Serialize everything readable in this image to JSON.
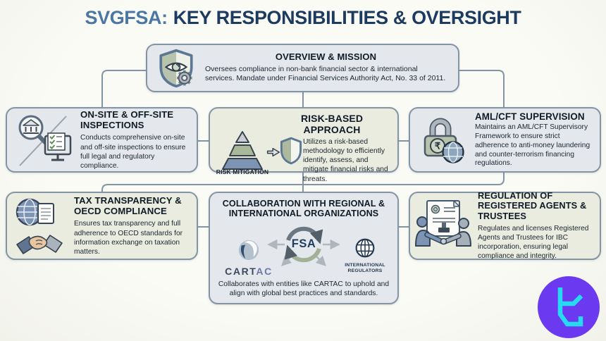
{
  "title": {
    "prefix": "SVGFSA:",
    "rest": "KEY RESPONSIBILITIES & OVERSIGHT"
  },
  "colors": {
    "background": "#f8f8f3",
    "box_blue_gray": "#e4e8ec",
    "box_green": "#eaecdf",
    "box_border": "#8494a5",
    "connector": "#8494a5",
    "title_accent": "#4c77a5",
    "title_main": "#1c3b5e",
    "logo_bg": "#6b3af0",
    "logo_glyph": "#26d9f5"
  },
  "icons": {
    "overview": "shield-eye-gear-icon",
    "inspections": "magnifier-bank-monitor-checklist-icon",
    "risk": "pyramid-arrow-shield-icon",
    "aml": "padlock-coin-globe-icon",
    "tax": "globe-document-handshake-icon",
    "collaboration": "circular-arrows-hub-icon",
    "regulation": "certificate-stamp-people-icon",
    "corner_logo": "tc-monogram-logo"
  },
  "boxes": {
    "overview": {
      "title": "OVERVIEW & MISSION",
      "body": "Oversees compliance in non-bank financial sector & international services. Mandate under Financial Services Authority Act, No. 33 of 2011."
    },
    "inspections": {
      "title": "ON-SITE & OFF-SITE INSPECTIONS",
      "body": "Conducts comprehensive on-site and off-site inspections to ensure full legal and regulatory compliance."
    },
    "risk": {
      "title": "RISK-BASED APPROACH",
      "icon_label": "RISK MITIGATION",
      "body": "Utilizes a risk-based methodology to efficiently identify, assess, and mitigate financial risks and threats."
    },
    "aml": {
      "title": "AML/CFT SUPERVISION",
      "coin_symbol": "₹",
      "body": "Maintains an AML/CFT Supervisory Framework to ensure strict adherence to anti-money laundering and counter-terrorism financing regulations."
    },
    "tax": {
      "title": "TAX TRANSPARENCY & OECD COMPLIANCE",
      "body": "Ensures tax transparency and full adherence to OECD standards for information exchange on taxation matters."
    },
    "collaboration": {
      "title": "COLLABORATION WITH REGIONAL & INTERNATIONAL ORGANIZATIONS",
      "hub_label": "FSA",
      "partner_left_prefix": "CART",
      "partner_left_suffix": "AC",
      "partner_right": "INTERNATIONAL REGULATORS",
      "body": "Collaborates with entities like CARTAC to uphold and align with global best practices and standards."
    },
    "regulation": {
      "title": "REGULATION OF REGISTERED AGENTS & TRUSTEES",
      "body": "Regulates and licenses Registered Agents and Trustees for IBC incorporation, ensuring legal compliance and integrity."
    }
  }
}
